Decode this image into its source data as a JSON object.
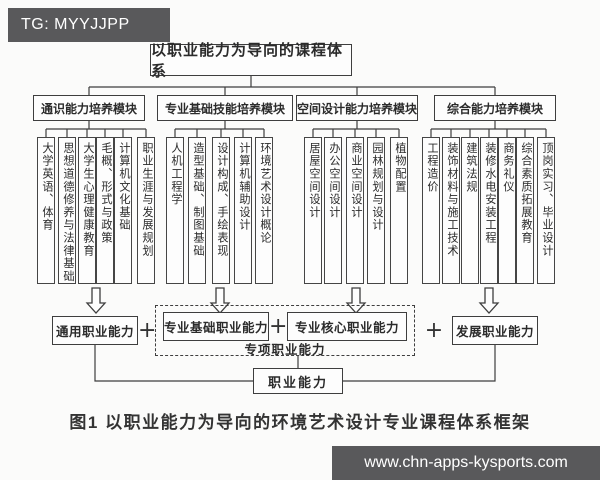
{
  "badges": {
    "tg": "TG: MYYJJPP",
    "site": "www.chn-apps-kysports.com"
  },
  "title": "以职业能力为导向的课程体系",
  "modules": [
    {
      "label": "通识能力培养模块",
      "courses": [
        "大学英语、体育",
        "思想道德修养与法律基础",
        "大学生心理健康教育",
        "毛概、形式与政策",
        "计算机文化基础",
        "职业生涯与发展规划"
      ]
    },
    {
      "label": "专业基础技能培养模块",
      "courses": [
        "人机工程学",
        "造型基础、制图基础",
        "设计构成、手绘表现",
        "计算机辅助设计",
        "环境艺术设计概论"
      ]
    },
    {
      "label": "空间设计能力培养模块",
      "courses": [
        "居屋空间设计",
        "办公空间设计",
        "商业空间设计",
        "园林规划与设计",
        "植物配置"
      ]
    },
    {
      "label": "综合能力培养模块",
      "courses": [
        "工程造价",
        "装饰材料与施工技术",
        "建筑法规",
        "装修水电安装工程",
        "商务礼仪",
        "综合素质拓展教育",
        "顶岗实习、毕业设计"
      ]
    }
  ],
  "abilities": {
    "general": "通用职业能力",
    "professional_basic": "专业基础职业能力",
    "professional_core": "专业核心职业能力",
    "special_group": "专项职业能力",
    "development": "发展职业能力",
    "overall": "职业能力",
    "plus": "+"
  },
  "caption": "图1  以职业能力为导向的环境艺术设计专业课程体系框架",
  "colors": {
    "line": "#3e3e3e",
    "badge_bg": "#59595b",
    "background": "#fbfbfa"
  }
}
